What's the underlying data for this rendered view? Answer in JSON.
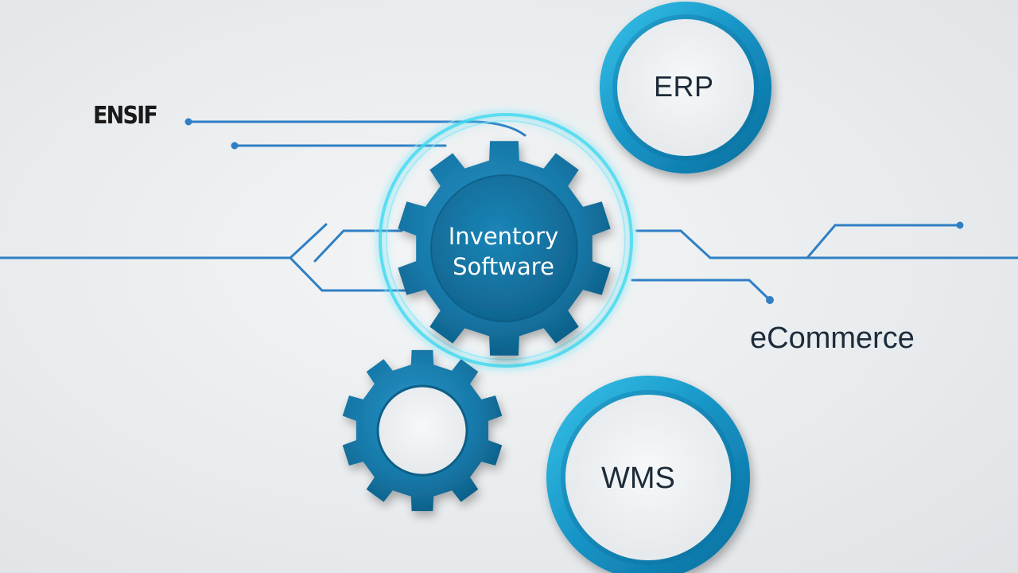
{
  "diagram": {
    "center_label_line1": "Inventory",
    "center_label_line2": "Software",
    "erp_label": "ERP",
    "wms_label": "WMS",
    "ecommerce_label": "eCommerce",
    "corner_label": "ENSIF"
  },
  "colors": {
    "gear_blue": "#1679a9",
    "gear_dark": "#0e5f88",
    "ring_blue": "#1aa5d6",
    "glow_cyan": "#3fd9f0",
    "line_blue": "#2f7fc4",
    "text_dark": "#1d2b38"
  },
  "icons": [
    "center-gear-icon",
    "small-gear-icon",
    "erp-ring-icon",
    "wms-ring-icon"
  ]
}
